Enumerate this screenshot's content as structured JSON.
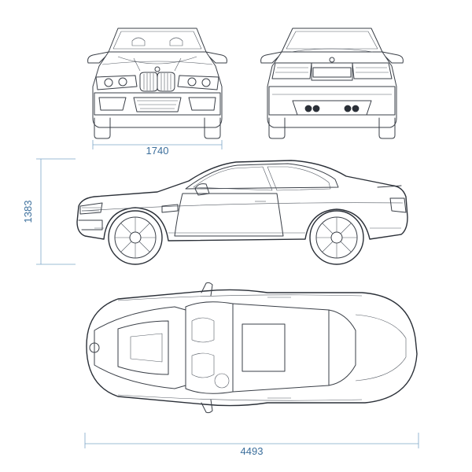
{
  "dimensions": {
    "width": "1740",
    "height": "1383",
    "length": "4493"
  },
  "colors": {
    "outline": "#3a3f47",
    "dimension_line": "#7da6c8",
    "dimension_text": "#3c6f9c",
    "background": "#ffffff"
  }
}
